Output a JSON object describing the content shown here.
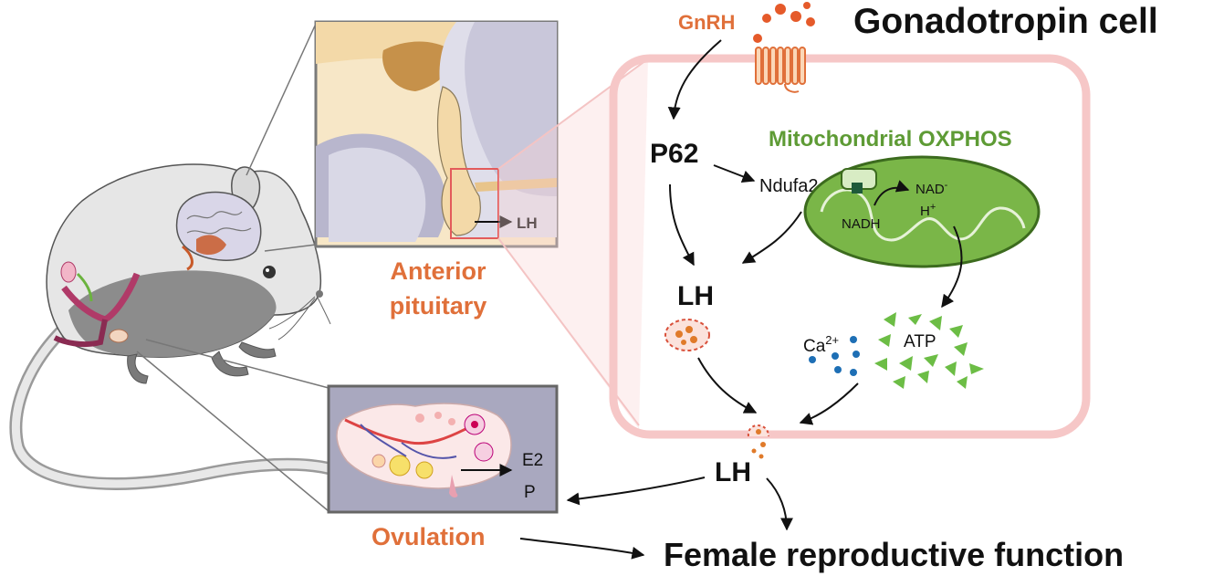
{
  "labels": {
    "gnrh": "GnRH",
    "cell_title": "Gonadotropin cell",
    "p62": "P62",
    "mito_title": "Mitochondrial OXPHOS",
    "ndufa2": "Ndufa2",
    "nadh": "NADH",
    "nad": "NAD",
    "nad_sup": "-",
    "hplus": "H",
    "hplus_sup": "+",
    "lh_inner": "LH",
    "ca": "Ca",
    "ca_sup": "2+",
    "atp": "ATP",
    "lh_released": "LH",
    "inset_lh": "LH",
    "anterior_line1": "Anterior",
    "anterior_line2": "pituitary",
    "e2": "E2",
    "p": "P",
    "ovulation": "Ovulation",
    "female_function": "Female reproductive function"
  },
  "colors": {
    "orange": "#e0703a",
    "green": "#5e9b35",
    "mito_fill": "#7ab648",
    "cell_border": "#f6c7c7",
    "ca_dots": "#1e6fb5",
    "atp_triangles": "#6cbd45"
  }
}
